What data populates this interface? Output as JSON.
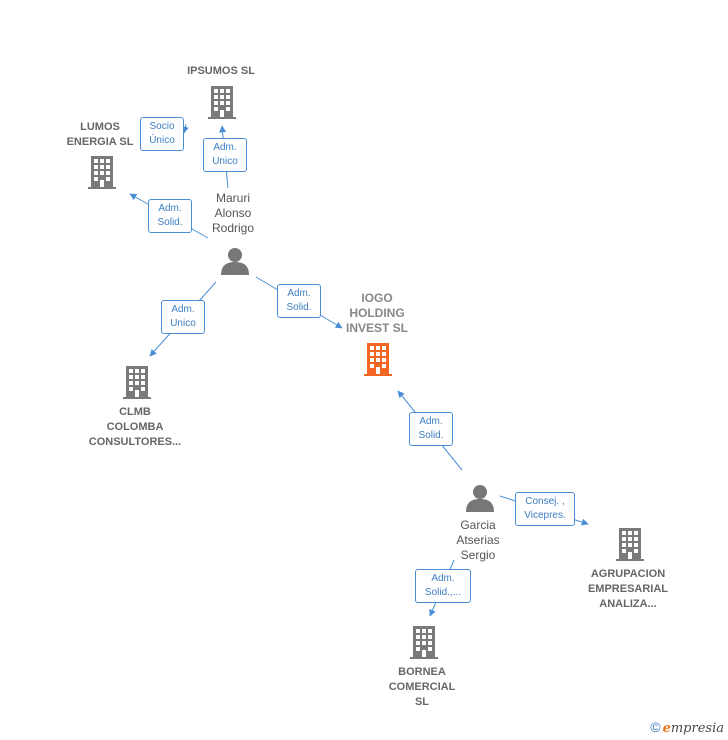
{
  "colors": {
    "edge": "#4a8fd6",
    "building": "#7a7a7a",
    "main_building": "#f26522",
    "person": "#777777"
  },
  "nodes": {
    "ipsumos": {
      "label": "IPSUMOS  SL",
      "icon": "building-icon"
    },
    "lumos": {
      "label": "LUMOS\nENERGIA  SL",
      "icon": "building-icon"
    },
    "maruri": {
      "label": "Maruri\nAlonso\nRodrigo",
      "icon": "person-icon"
    },
    "iogo": {
      "label": "IOGO\nHOLDING\nINVEST  SL",
      "icon": "building-icon"
    },
    "clmb": {
      "label": "CLMB\nCOLOMBA\nCONSULTORES...",
      "icon": "building-icon"
    },
    "garcia": {
      "label": "Garcia\nAtserias\nSergio",
      "icon": "person-icon"
    },
    "agrupacion": {
      "label": "AGRUPACION\nEMPRESARIAL\nANALIZA...",
      "icon": "building-icon"
    },
    "bornea": {
      "label": "BORNEA\nCOMERCIAL\nSL",
      "icon": "building-icon"
    }
  },
  "edges": {
    "socio_unico": "Socio\nÚnico",
    "adm_unico_1": "Adm.\nUnico",
    "adm_solid_1": "Adm.\nSolid.",
    "adm_solid_2": "Adm.\nSolid.",
    "adm_unico_2": "Adm.\nUnico",
    "adm_solid_3": "Adm.\nSolid.",
    "consej": "Consej. ,\nVicepres.",
    "adm_solid_4": "Adm.\nSolid.,..."
  },
  "footer": {
    "copyright": "©",
    "brand_e": "e",
    "brand_rest": "mpresia"
  }
}
